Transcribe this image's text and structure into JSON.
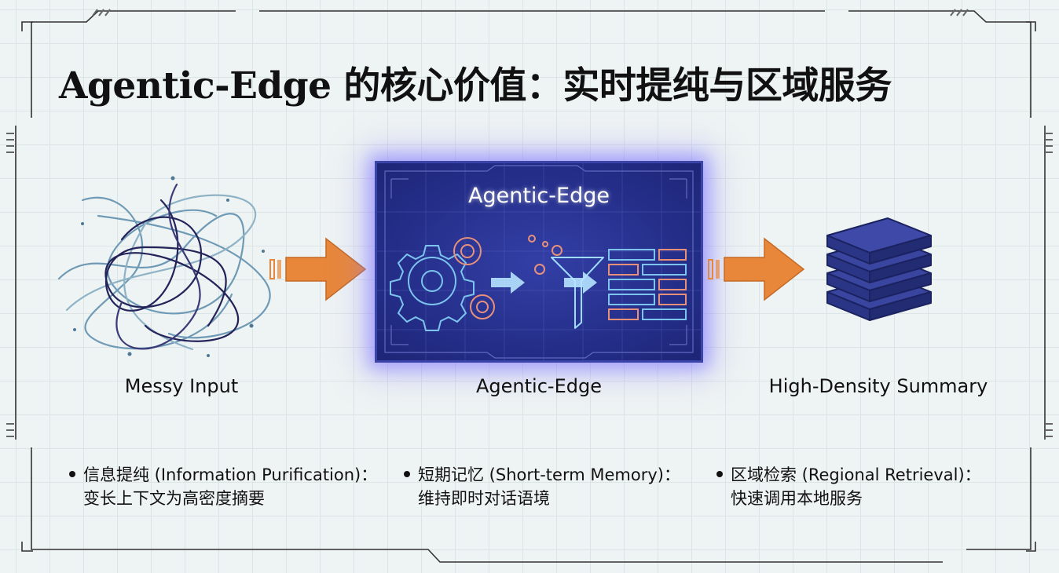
{
  "title": "Agentic-Edge 的核心价值：实时提纯与区域服务",
  "center_box_title": "Agentic-Edge",
  "labels": {
    "input": "Messy Input",
    "engine": "Agentic-Edge",
    "output": "High-Density Summary"
  },
  "bullets": [
    {
      "line1": "信息提纯 (Information Purification)：",
      "line2": "变长上下文为高密度摘要"
    },
    {
      "line1": "短期记忆 (Short-term Memory)：",
      "line2": "维持即时对话语境"
    },
    {
      "line1": "区域检索 (Regional Retrieval)：",
      "line2": "快速调用本地服务"
    }
  ],
  "colors": {
    "arrow": "#e8873a",
    "box": "#27318c",
    "stack": "#2b3585",
    "cyan": "#7ec8ee",
    "orange": "#e88c6a"
  }
}
